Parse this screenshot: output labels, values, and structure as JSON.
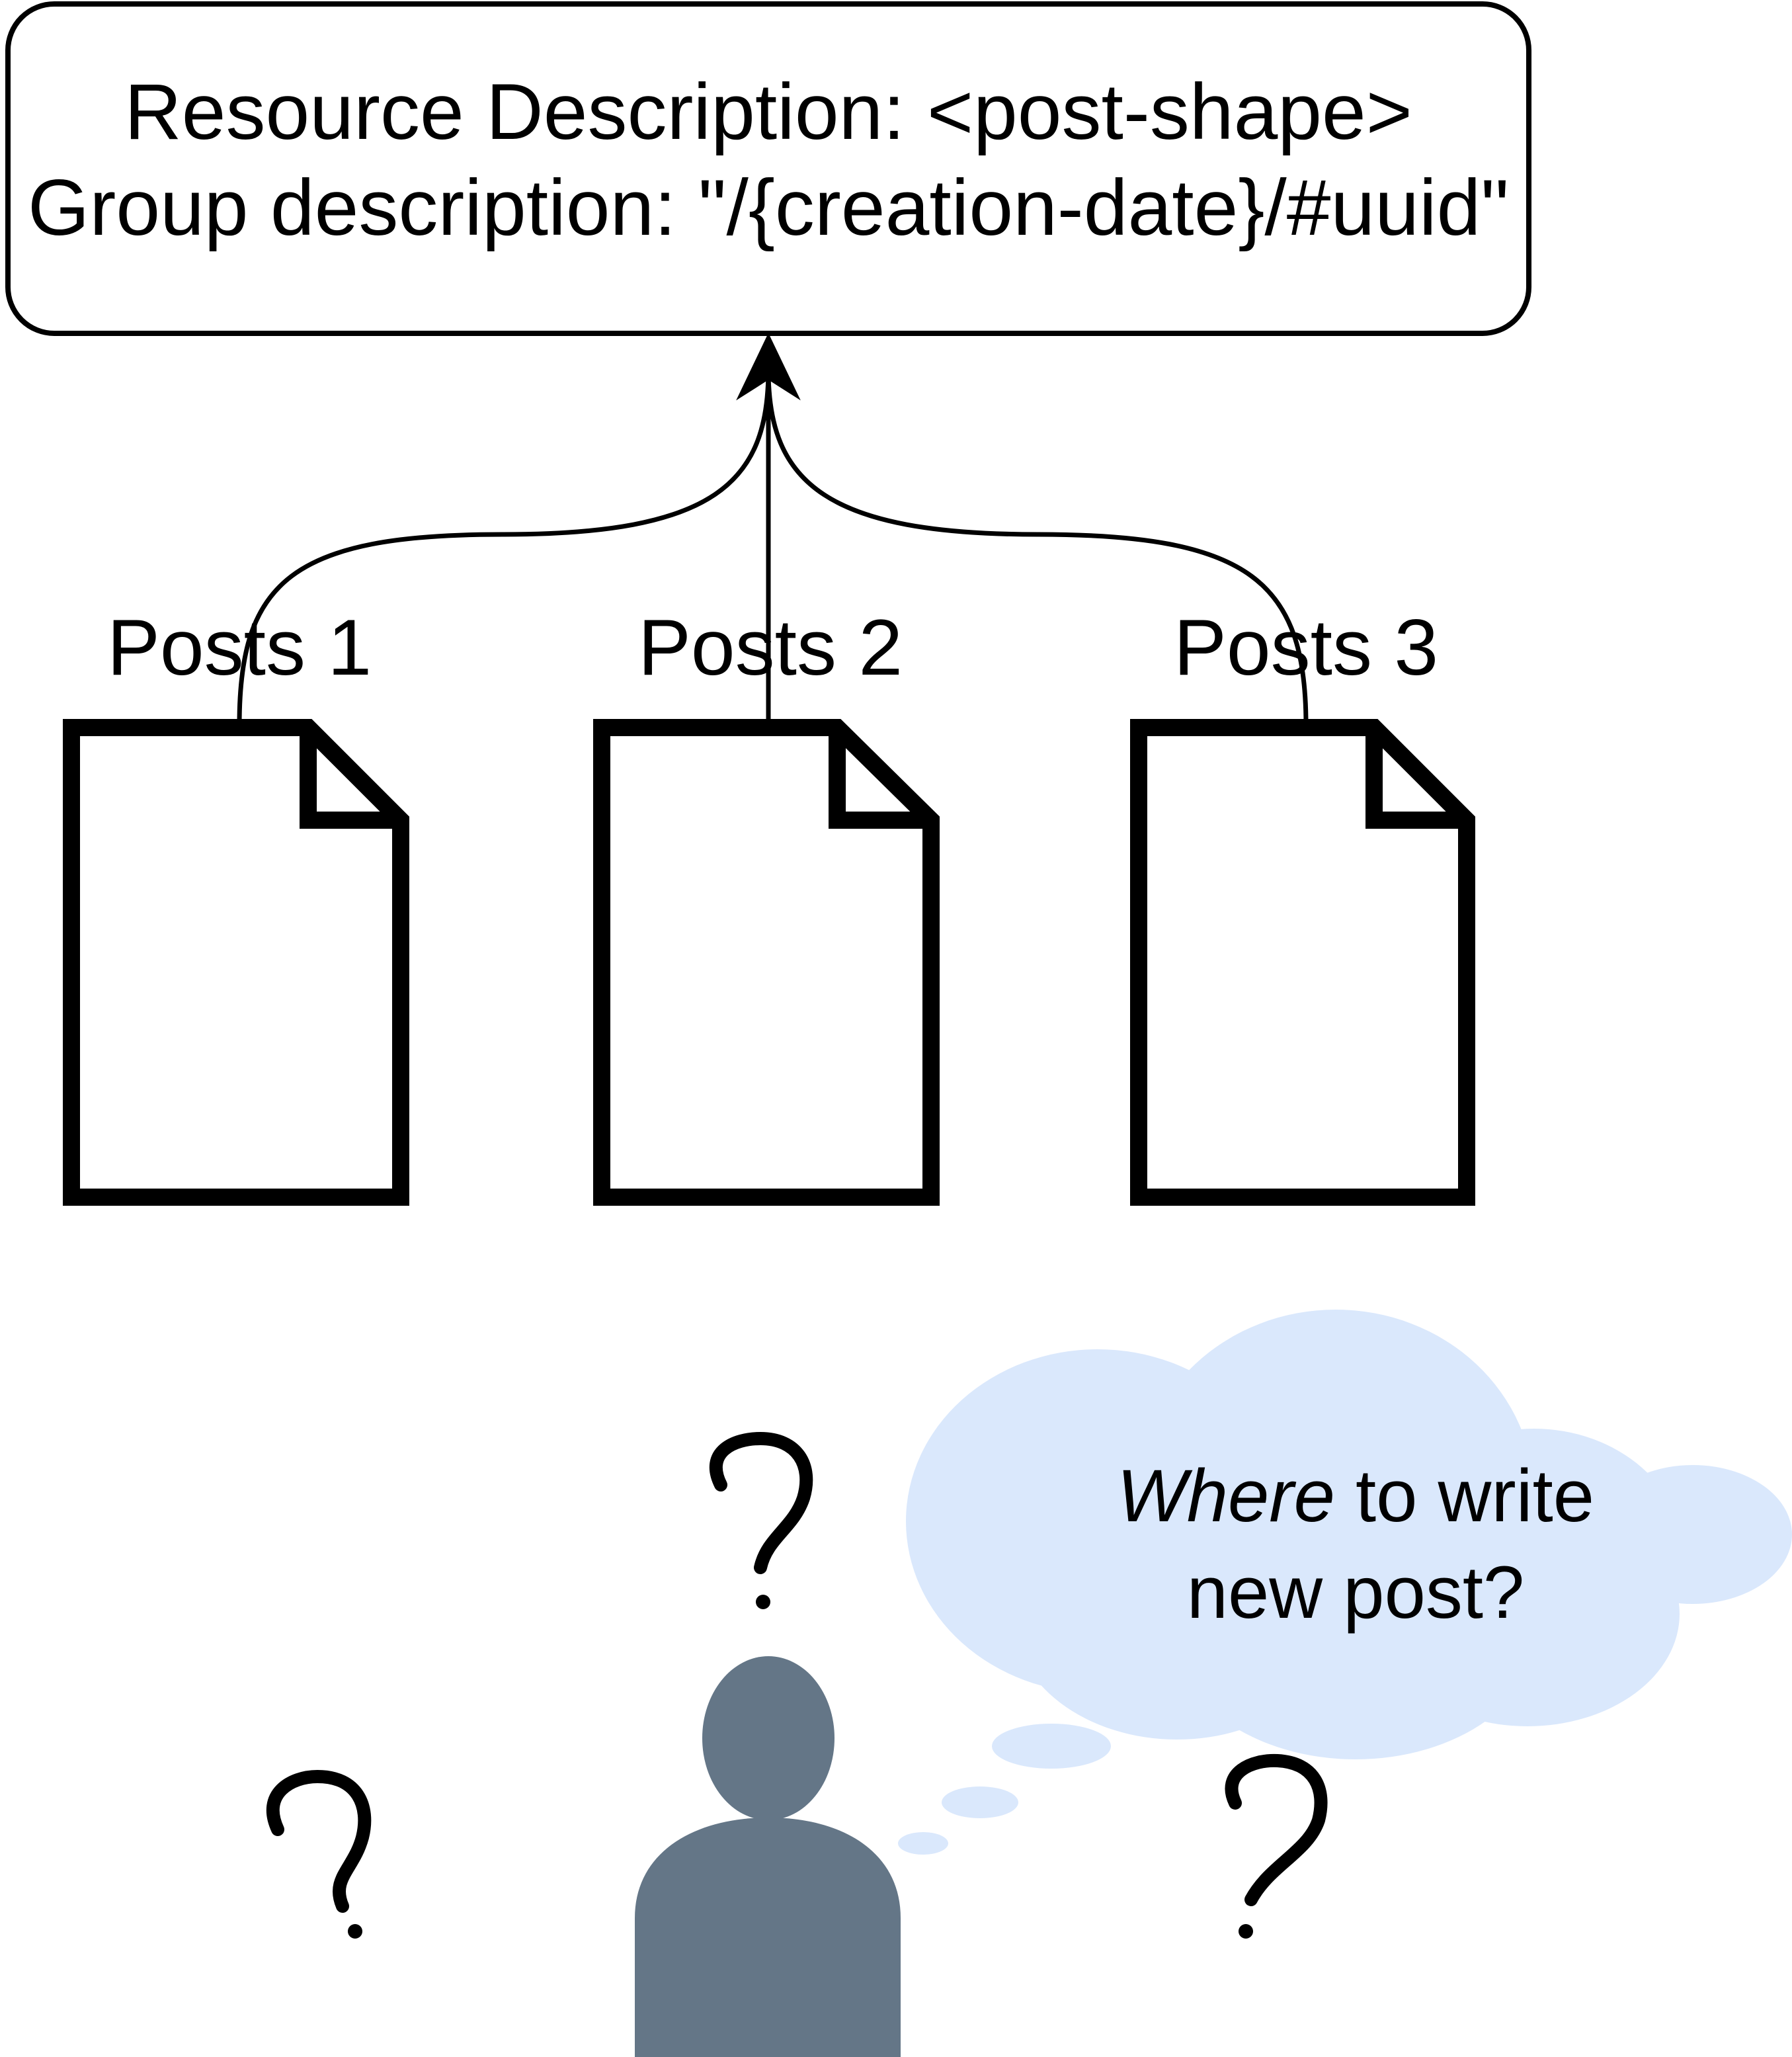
{
  "resource_box": {
    "line1": "Resource Description: <post-shape>",
    "line2": "Group description: \"/{creation-date}/#uuid\""
  },
  "documents": [
    {
      "label": "Posts 1"
    },
    {
      "label": "Posts 2"
    },
    {
      "label": "Posts 3"
    }
  ],
  "thought": {
    "emphasis": "Where",
    "rest_line1": " to write",
    "line2": "new post?"
  },
  "question_marks": [
    "?",
    "?",
    "?"
  ],
  "colors": {
    "stroke": "#000000",
    "cloud_fill": "#dae8fc",
    "person_fill": "#647687",
    "background": "#ffffff"
  }
}
